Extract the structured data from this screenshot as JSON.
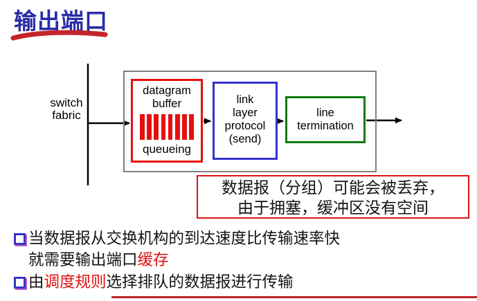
{
  "page": {
    "title": "输出端口"
  },
  "diagram": {
    "fabric_lines": [
      "switch",
      "fabric"
    ],
    "buffer_lines": [
      "datagram",
      "buffer"
    ],
    "queue_label": "queueing",
    "queue_bar_count": 8,
    "link_box_lines": [
      "link",
      "layer",
      "protocol",
      "(send)"
    ],
    "term_box_lines": [
      "line",
      "termination"
    ],
    "note": {
      "line1": "数据报（分组）可能会被丢弃，",
      "line2": "由于拥塞，缓冲区没有空间"
    }
  },
  "bullets": [
    {
      "line1": "当数据报从交换机构的到达速度比传输速率快",
      "line2_text": "就需要输出端口",
      "line2_highlight": "缓存"
    },
    {
      "pre": "由",
      "highlight": "调度规则",
      "post": "选择排队的数据报进行传输"
    }
  ],
  "colors": {
    "title_blue": "#2B2BA6",
    "accent_red": "#E01010",
    "box_red": "#E60F0F",
    "box_blue": "#3333CC",
    "box_green": "#0E7A0E",
    "box_gray": "#7F7F7F",
    "underline_red": "#C4242B",
    "bottom_rule_red": "#BB2222"
  }
}
